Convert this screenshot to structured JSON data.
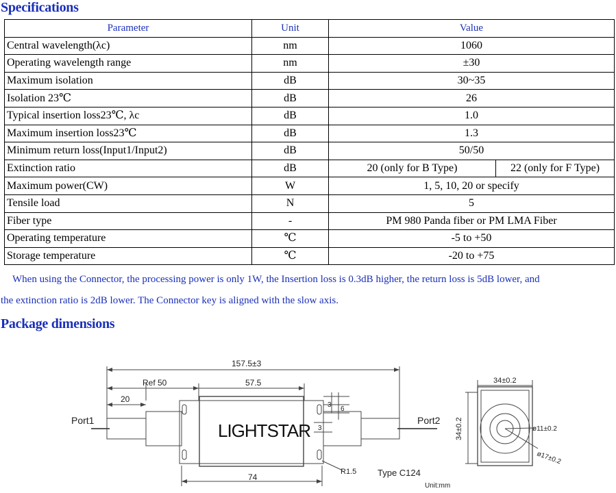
{
  "spec": {
    "heading": "Specifications",
    "columns": {
      "parameter": "Parameter",
      "unit": "Unit",
      "value": "Value"
    },
    "rows": [
      {
        "parameter": "Central wavelength(λc)",
        "unit": "nm",
        "value": "1060"
      },
      {
        "parameter": "Operating wavelength range",
        "unit": "nm",
        "value": "±30"
      },
      {
        "parameter": "Maximum isolation",
        "unit": "dB",
        "value": "30~35"
      },
      {
        "parameter": "Isolation 23℃",
        "unit": "dB",
        "value": "26"
      },
      {
        "parameter": "Typical insertion loss23℃, λc",
        "unit": "dB",
        "value": "1.0"
      },
      {
        "parameter": "Maximum insertion loss23℃",
        "unit": "dB",
        "value": "1.3"
      },
      {
        "parameter": "Minimum return loss(Input1/Input2)",
        "unit": "dB",
        "value": "50/50"
      },
      {
        "parameter": "Extinction ratio",
        "unit": "dB",
        "value_b": "20 (only for B Type)",
        "value_f": "22 (only for F Type)"
      },
      {
        "parameter": "Maximum power(CW)",
        "unit": "W",
        "value": "1, 5, 10, 20 or specify"
      },
      {
        "parameter": "Tensile load",
        "unit": "N",
        "value": "5"
      },
      {
        "parameter": "Fiber type",
        "unit": "-",
        "value": "PM 980 Panda fiber or PM LMA Fiber"
      },
      {
        "parameter": "Operating temperature",
        "unit": "℃",
        "value": "-5 to +50"
      },
      {
        "parameter": "Storage temperature",
        "unit": "℃",
        "value": "-20 to +75"
      }
    ]
  },
  "note": {
    "line1": "When using the Connector, the processing power is only 1W, the Insertion loss is 0.3dB higher, the return loss is 5dB lower, and",
    "line2": "the extinction ratio is 2dB lower. The Connector key is aligned with the slow axis."
  },
  "package": {
    "heading": "Package dimensions",
    "labels": {
      "port1": "Port1",
      "port2": "Port2",
      "brand": "LIGHTSTAR",
      "overall_length": "157.5±3",
      "ref": "Ref 50",
      "body_length": "57.5",
      "left_fiber": "20",
      "dim_3_top": "3",
      "dim_6": "6",
      "dim_3_mid": "3",
      "base_length": "74",
      "radius": "R1.5",
      "type": "Type C124",
      "unit": "Unit:mm",
      "side_width": "34±0.2",
      "side_height": "34±0.2",
      "inner_dia": "ø11±0.2",
      "outer_dia": "ø17±0.2"
    }
  }
}
